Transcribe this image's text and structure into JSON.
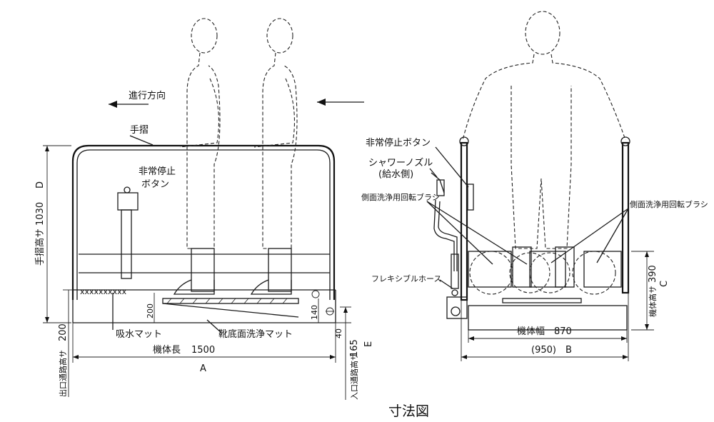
{
  "title": "寸法図",
  "side_view": {
    "direction_label": "進行方向",
    "handrail_label": "手摺",
    "stop_button_label_1": "非常停止",
    "stop_button_label_2": "ボタン",
    "absorb_mat_label": "吸水マット",
    "sole_mat_label": "靴底面洗浄マット",
    "handrail_height_label": "手摺高サ",
    "handrail_height_value": "1030",
    "handrail_height_letter": "D",
    "length_label": "機体長",
    "length_value": "1500",
    "length_letter": "A",
    "exit_height_label": "出口通路高サ",
    "exit_height_value": "200",
    "entry_height_label": "入口通路高サ",
    "entry_height_value": "165",
    "entry_height_letter": "E",
    "dim_200": "200",
    "dim_140": "140",
    "dim_40": "40"
  },
  "front_view": {
    "stop_button_label": "非常停止ボタン",
    "shower_label": "シャワーノズル",
    "shower_sub_label": "(給水側)",
    "side_brush_left_label": "側面洗浄用回転ブラシ",
    "side_brush_right_label": "側面洗浄用回転ブラシ",
    "flex_hose_label": "フレキシブルホース",
    "width_label": "機体幅",
    "width_value": "870",
    "overall_width_value": "(950)",
    "overall_width_letter": "B",
    "body_height_label": "機体高サ",
    "body_height_value": "390",
    "body_height_letter": "C"
  }
}
